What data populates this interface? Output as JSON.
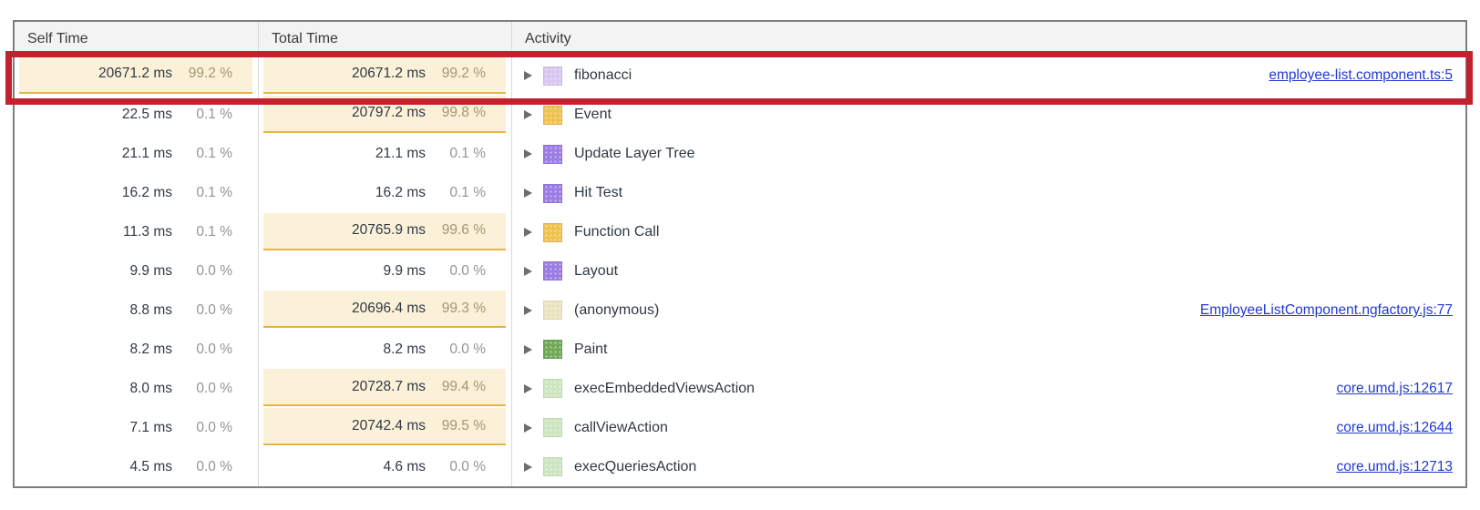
{
  "table": {
    "columns": [
      {
        "label": "Self Time"
      },
      {
        "label": "Total Time"
      },
      {
        "label": "Activity"
      }
    ],
    "rows": [
      {
        "self": {
          "time": "20671.2 ms",
          "pct": "99.2 %",
          "highlighted": true
        },
        "total": {
          "time": "20671.2 ms",
          "pct": "99.2 %",
          "highlighted": true
        },
        "activity": "fibonacci",
        "icon": "activity-color-swatch",
        "icon_color": "#d6c7ef",
        "link": "employee-list.component.ts:5",
        "annotated": true
      },
      {
        "self": {
          "time": "22.5 ms",
          "pct": "0.1 %",
          "highlighted": false
        },
        "total": {
          "time": "20797.2 ms",
          "pct": "99.8 %",
          "highlighted": true
        },
        "activity": "Event",
        "icon": "activity-color-swatch",
        "icon_color": "#efc14e",
        "link": ""
      },
      {
        "self": {
          "time": "21.1 ms",
          "pct": "0.1 %",
          "highlighted": false
        },
        "total": {
          "time": "21.1 ms",
          "pct": "0.1 %",
          "highlighted": false
        },
        "activity": "Update Layer Tree",
        "icon": "activity-color-swatch",
        "icon_color": "#9b7ce3",
        "link": ""
      },
      {
        "self": {
          "time": "16.2 ms",
          "pct": "0.1 %",
          "highlighted": false
        },
        "total": {
          "time": "16.2 ms",
          "pct": "0.1 %",
          "highlighted": false
        },
        "activity": "Hit Test",
        "icon": "activity-color-swatch",
        "icon_color": "#9b7ce3",
        "link": ""
      },
      {
        "self": {
          "time": "11.3 ms",
          "pct": "0.1 %",
          "highlighted": false
        },
        "total": {
          "time": "20765.9 ms",
          "pct": "99.6 %",
          "highlighted": true
        },
        "activity": "Function Call",
        "icon": "activity-color-swatch",
        "icon_color": "#efc14e",
        "link": ""
      },
      {
        "self": {
          "time": "9.9 ms",
          "pct": "0.0 %",
          "highlighted": false
        },
        "total": {
          "time": "9.9 ms",
          "pct": "0.0 %",
          "highlighted": false
        },
        "activity": "Layout",
        "icon": "activity-color-swatch",
        "icon_color": "#9b7ce3",
        "link": ""
      },
      {
        "self": {
          "time": "8.8 ms",
          "pct": "0.0 %",
          "highlighted": false
        },
        "total": {
          "time": "20696.4 ms",
          "pct": "99.3 %",
          "highlighted": true
        },
        "activity": "(anonymous)",
        "icon": "activity-color-swatch",
        "icon_color": "#ebe3c0",
        "link": "EmployeeListComponent.ngfactory.js:77"
      },
      {
        "self": {
          "time": "8.2 ms",
          "pct": "0.0 %",
          "highlighted": false
        },
        "total": {
          "time": "8.2 ms",
          "pct": "0.0 %",
          "highlighted": false
        },
        "activity": "Paint",
        "icon": "activity-color-swatch",
        "icon_color": "#71a857",
        "link": ""
      },
      {
        "self": {
          "time": "8.0 ms",
          "pct": "0.0 %",
          "highlighted": false
        },
        "total": {
          "time": "20728.7 ms",
          "pct": "99.4 %",
          "highlighted": true
        },
        "activity": "execEmbeddedViewsAction",
        "icon": "activity-color-swatch",
        "icon_color": "#cde6bf",
        "link": "core.umd.js:12617"
      },
      {
        "self": {
          "time": "7.1 ms",
          "pct": "0.0 %",
          "highlighted": false
        },
        "total": {
          "time": "20742.4 ms",
          "pct": "99.5 %",
          "highlighted": true
        },
        "activity": "callViewAction",
        "icon": "activity-color-swatch",
        "icon_color": "#cde6bf",
        "link": "core.umd.js:12644"
      },
      {
        "self": {
          "time": "4.5 ms",
          "pct": "0.0 %",
          "highlighted": false
        },
        "total": {
          "time": "4.6 ms",
          "pct": "0.0 %",
          "highlighted": false
        },
        "activity": "execQueriesAction",
        "icon": "activity-color-swatch",
        "icon_color": "#cde6bf",
        "link": "core.umd.js:12713"
      }
    ]
  },
  "annotation": {
    "shape": "red-highlight-box",
    "around_row": "fibonacci",
    "color": "#c4202e"
  },
  "colors": {
    "highlight_cell_bg": "#fbf1d9",
    "highlight_cell_border": "#e8b440",
    "link_blue": "#2139d4",
    "header_bg": "#f3f3f3",
    "table_border": "#7e7e7e",
    "value_text": "#303942",
    "percent_text": "#949494"
  }
}
